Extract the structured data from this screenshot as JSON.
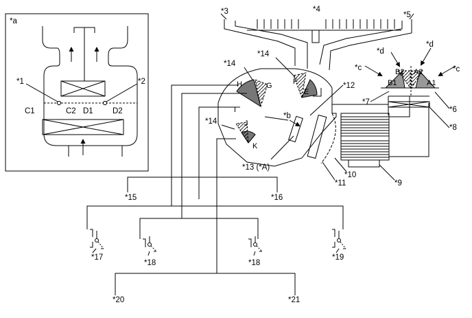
{
  "callouts": {
    "a": "*a",
    "n1": "*1",
    "n2": "*2",
    "n3": "*3",
    "n4": "*4",
    "n5": "*5",
    "n6": "*6",
    "n7": "*7",
    "n8": "*8",
    "n9": "*9",
    "n10": "*10",
    "n11": "*11",
    "n12": "*12",
    "n13": "*13 (*A)",
    "n14a": "*14",
    "n14b": "*14",
    "n14c": "*14",
    "n15": "*15",
    "n16": "*16",
    "n17": "*17",
    "n18a": "*18",
    "n18b": "*18",
    "n19": "*19",
    "n20": "*20",
    "n21": "*21",
    "b": "*b",
    "c_left": "*c",
    "c_right": "*c",
    "d_left": "*d",
    "d_right": "*d"
  },
  "inset": {
    "c1": "C1",
    "c2": "C2",
    "d1": "D1",
    "d2": "D2"
  },
  "dampers": {
    "e": "E",
    "f": "F",
    "g": "G",
    "h": "H",
    "i": "I",
    "j": "J",
    "k": "K"
  },
  "intake_doors": {
    "a1": "A1",
    "a2": "A2",
    "b1": "B1",
    "b2": "B2"
  }
}
